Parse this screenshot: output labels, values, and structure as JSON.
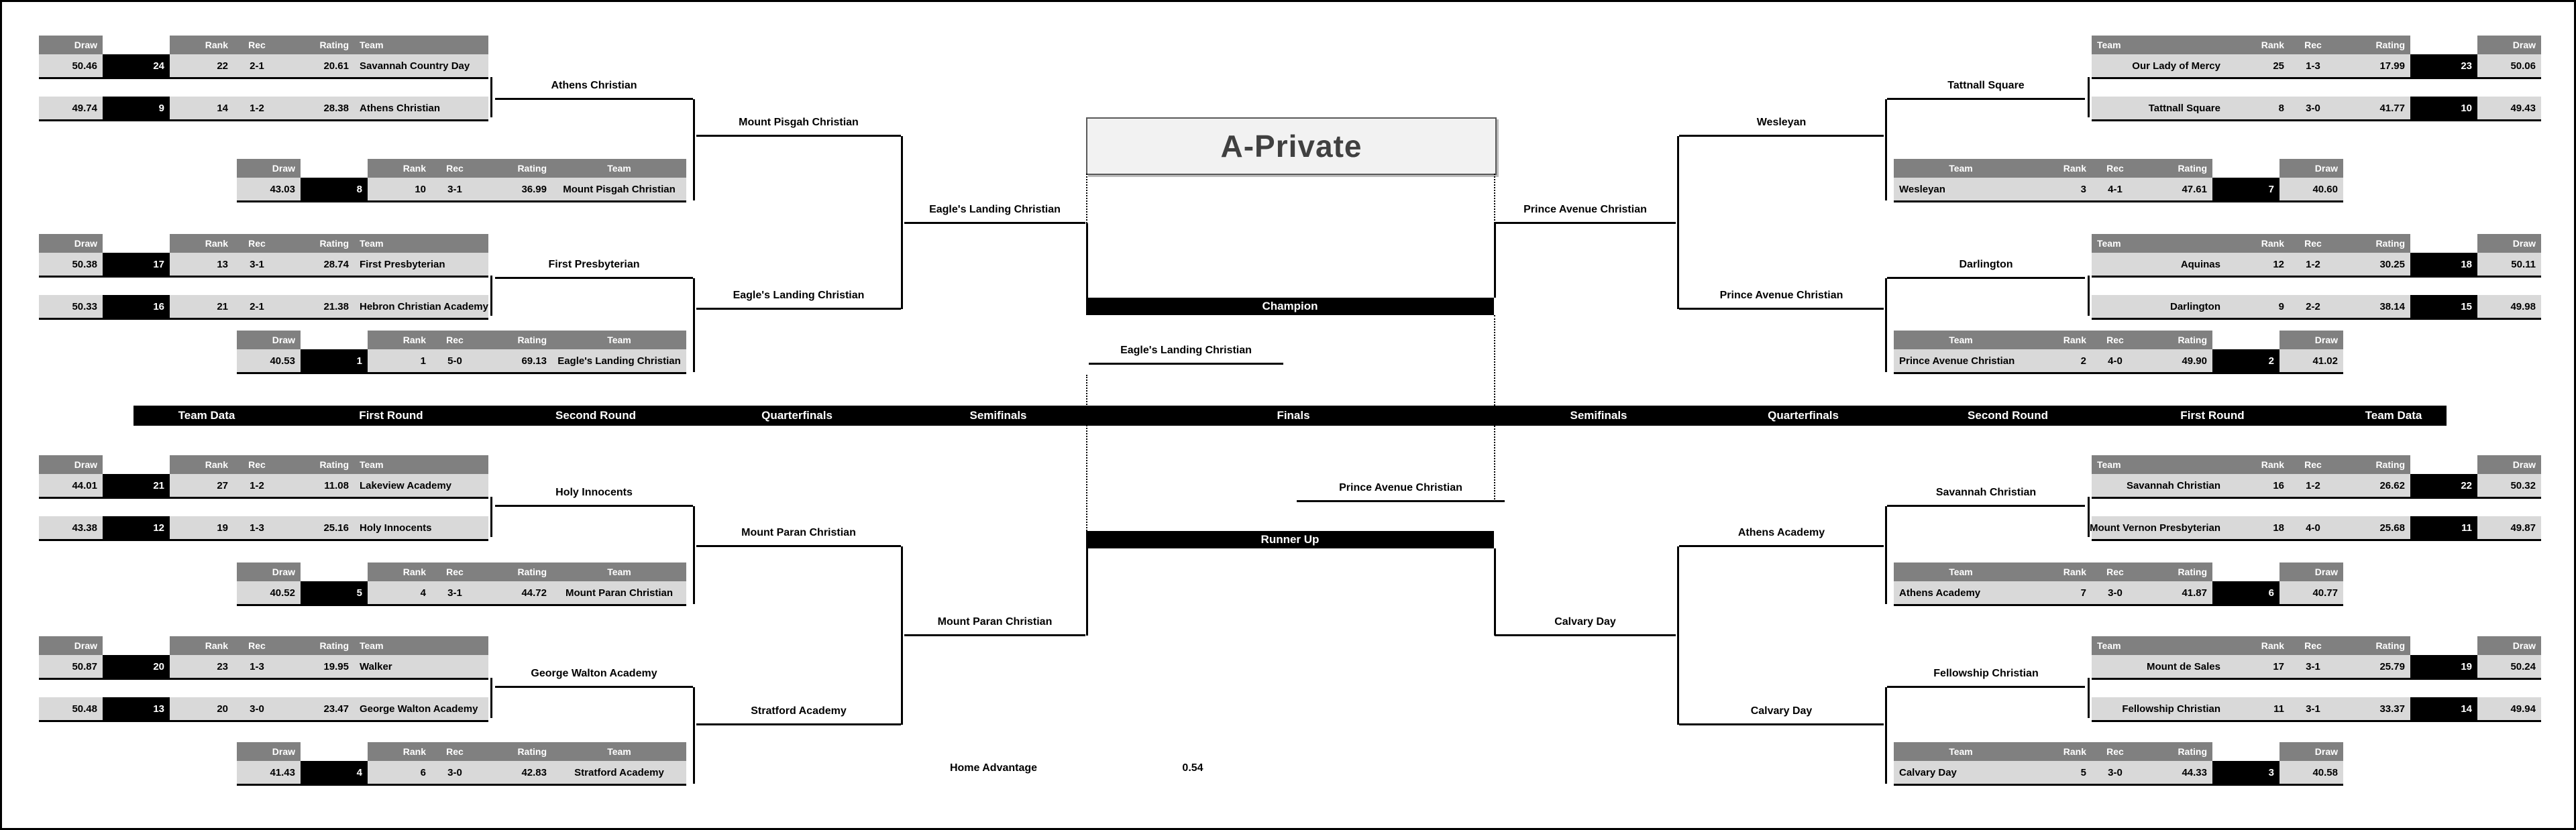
{
  "title": "A-Private",
  "labels": {
    "champion": "Champion",
    "runner_up": "Runner Up",
    "home_advantage_label": "Home Advantage",
    "home_advantage_value": "0.54"
  },
  "round_labels": [
    "Team Data",
    "First Round",
    "Second Round",
    "Quarterfinals",
    "Semifinals",
    "Finals",
    "Semifinals",
    "Quarterfinals",
    "Second Round",
    "First Round",
    "Team Data"
  ],
  "table_headers": {
    "draw": "Draw",
    "rank": "Rank",
    "rec": "Rec",
    "rating": "Rating",
    "team": "Team"
  },
  "chart_data": {
    "type": "table",
    "title": "A-Private",
    "champion": "Eagle's Landing Christian",
    "runner_up": "Prince Avenue Christian",
    "home_advantage": "0.54",
    "teams": [
      {
        "team": "Savannah Country Day",
        "seed": "24",
        "rank": "22",
        "rec": "2-1",
        "rating": "20.61",
        "draw": "50.46"
      },
      {
        "team": "Athens Christian",
        "seed": "9",
        "rank": "14",
        "rec": "1-2",
        "rating": "28.38",
        "draw": "49.74"
      },
      {
        "team": "Mount Pisgah Christian",
        "seed": "8",
        "rank": "10",
        "rec": "3-1",
        "rating": "36.99",
        "draw": "43.03"
      },
      {
        "team": "First Presbyterian",
        "seed": "17",
        "rank": "13",
        "rec": "3-1",
        "rating": "28.74",
        "draw": "50.38"
      },
      {
        "team": "Hebron Christian Academy",
        "seed": "16",
        "rank": "21",
        "rec": "2-1",
        "rating": "21.38",
        "draw": "50.33"
      },
      {
        "team": "Eagle's Landing Christian",
        "seed": "1",
        "rank": "1",
        "rec": "5-0",
        "rating": "69.13",
        "draw": "40.53"
      },
      {
        "team": "Lakeview Academy",
        "seed": "21",
        "rank": "27",
        "rec": "1-2",
        "rating": "11.08",
        "draw": "44.01"
      },
      {
        "team": "Holy Innocents",
        "seed": "12",
        "rank": "19",
        "rec": "1-3",
        "rating": "25.16",
        "draw": "43.38"
      },
      {
        "team": "Mount Paran Christian",
        "seed": "5",
        "rank": "4",
        "rec": "3-1",
        "rating": "44.72",
        "draw": "40.52"
      },
      {
        "team": "Walker",
        "seed": "20",
        "rank": "23",
        "rec": "1-3",
        "rating": "19.95",
        "draw": "50.87"
      },
      {
        "team": "George Walton Academy",
        "seed": "13",
        "rank": "20",
        "rec": "3-0",
        "rating": "23.47",
        "draw": "50.48"
      },
      {
        "team": "Stratford Academy",
        "seed": "4",
        "rank": "6",
        "rec": "3-0",
        "rating": "42.83",
        "draw": "41.43"
      },
      {
        "team": "Our Lady of Mercy",
        "seed": "23",
        "rank": "25",
        "rec": "1-3",
        "rating": "17.99",
        "draw": "50.06"
      },
      {
        "team": "Tattnall Square",
        "seed": "10",
        "rank": "8",
        "rec": "3-0",
        "rating": "41.77",
        "draw": "49.43"
      },
      {
        "team": "Wesleyan",
        "seed": "7",
        "rank": "3",
        "rec": "4-1",
        "rating": "47.61",
        "draw": "40.60"
      },
      {
        "team": "Aquinas",
        "seed": "18",
        "rank": "12",
        "rec": "1-2",
        "rating": "30.25",
        "draw": "50.11"
      },
      {
        "team": "Darlington",
        "seed": "15",
        "rank": "9",
        "rec": "2-2",
        "rating": "38.14",
        "draw": "49.98"
      },
      {
        "team": "Prince Avenue Christian",
        "seed": "2",
        "rank": "2",
        "rec": "4-0",
        "rating": "49.90",
        "draw": "41.02"
      },
      {
        "team": "Savannah Christian",
        "seed": "22",
        "rank": "16",
        "rec": "1-2",
        "rating": "26.62",
        "draw": "50.32"
      },
      {
        "team": "Mount Vernon Presbyterian",
        "seed": "11",
        "rank": "18",
        "rec": "4-0",
        "rating": "25.68",
        "draw": "49.87"
      },
      {
        "team": "Athens Academy",
        "seed": "6",
        "rank": "7",
        "rec": "3-0",
        "rating": "41.87",
        "draw": "40.77"
      },
      {
        "team": "Mount de Sales",
        "seed": "19",
        "rank": "17",
        "rec": "3-1",
        "rating": "25.79",
        "draw": "50.24"
      },
      {
        "team": "Fellowship Christian",
        "seed": "14",
        "rank": "11",
        "rec": "3-1",
        "rating": "33.37",
        "draw": "49.94"
      },
      {
        "team": "Calvary Day",
        "seed": "3",
        "rank": "5",
        "rec": "3-0",
        "rating": "44.33",
        "draw": "40.58"
      }
    ],
    "advancers": [
      "Athens Christian",
      "Mount Pisgah Christian",
      "First Presbyterian",
      "Eagle's Landing Christian",
      "Eagle's Landing Christian",
      "Holy Innocents",
      "Mount Paran Christian",
      "George Walton Academy",
      "Stratford Academy",
      "Mount Paran Christian",
      "Tattnall Square",
      "Wesleyan",
      "Darlington",
      "Prince Avenue Christian",
      "Prince Avenue Christian",
      "Savannah Christian",
      "Athens Academy",
      "Fellowship Christian",
      "Calvary Day",
      "Calvary Day",
      "Eagle's Landing Christian",
      "Prince Avenue Christian"
    ]
  }
}
